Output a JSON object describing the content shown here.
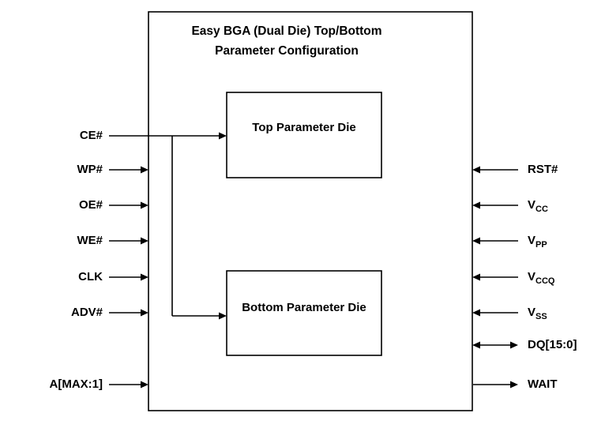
{
  "diagram": {
    "title_line1": "Easy BGA (Dual Die) Top/Bottom",
    "title_line2": "Parameter Configuration",
    "top_die_label": "Top Parameter Die",
    "bottom_die_label": "Bottom Parameter Die"
  },
  "left_signals": [
    {
      "label": "CE#",
      "direction": "input",
      "note": "fans out to both top and bottom parameter dies"
    },
    {
      "label": "WP#",
      "direction": "input"
    },
    {
      "label": "OE#",
      "direction": "input"
    },
    {
      "label": "WE#",
      "direction": "input"
    },
    {
      "label": "CLK",
      "direction": "input"
    },
    {
      "label": "ADV#",
      "direction": "input"
    },
    {
      "label": "A[MAX:1]",
      "direction": "input"
    }
  ],
  "right_signals": [
    {
      "label": "RST#",
      "sub": "",
      "direction": "input"
    },
    {
      "label": "V",
      "sub": "CC",
      "direction": "input"
    },
    {
      "label": "V",
      "sub": "PP",
      "direction": "input"
    },
    {
      "label": "V",
      "sub": "CCQ",
      "direction": "input"
    },
    {
      "label": "V",
      "sub": "SS",
      "direction": "input"
    },
    {
      "label": "DQ[15:0]",
      "sub": "",
      "direction": "bidirectional"
    },
    {
      "label": "WAIT",
      "sub": "",
      "direction": "output"
    }
  ],
  "colors": {
    "line": "#000000",
    "background": "#ffffff",
    "text": "#000000"
  }
}
